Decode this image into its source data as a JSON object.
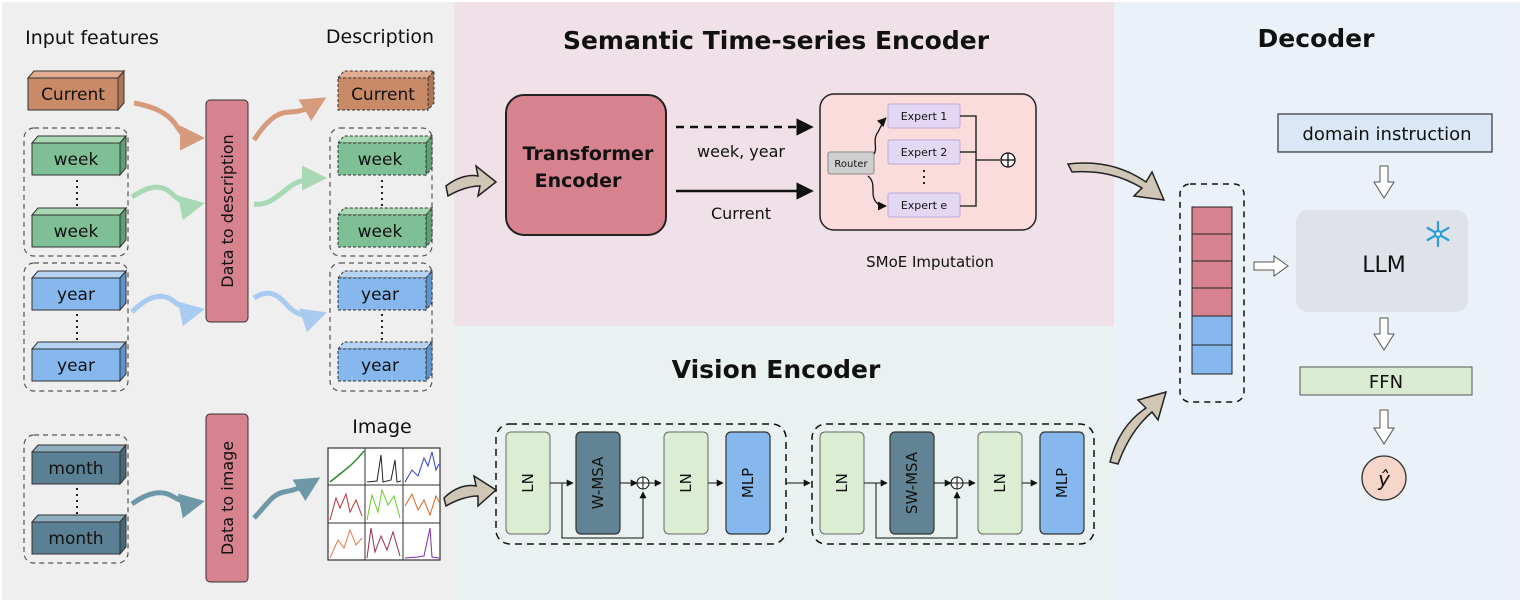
{
  "left": {
    "input_title": "Input features",
    "description_title": "Description",
    "image_title": "Image",
    "inputs": {
      "current": "Current",
      "week_top": "week",
      "week_bottom": "week",
      "year_top": "year",
      "year_bottom": "year",
      "month_top": "month",
      "month_bottom": "month"
    },
    "descriptions": {
      "current": "Current",
      "week_top": "week",
      "week_bottom": "week",
      "year_top": "year",
      "year_bottom": "year"
    },
    "data_to_description": "Data to description",
    "data_to_image": "Data to image"
  },
  "semantic": {
    "title": "Semantic Time-series Encoder",
    "transformer_line1": "Transformer",
    "transformer_line2": "Encoder",
    "dashed_label": "week, year",
    "solid_label": "Current",
    "router": "Router",
    "expert1": "Expert 1",
    "expert2": "Expert 2",
    "experte": "Expert e",
    "smoe_label": "SMoE Imputation"
  },
  "vision": {
    "title": "Vision Encoder",
    "block1": [
      "LN",
      "W-MSA",
      "LN",
      "MLP"
    ],
    "block2": [
      "LN",
      "SW-MSA",
      "LN",
      "MLP"
    ]
  },
  "decoder": {
    "title": "Decoder",
    "instruction": "domain instruction",
    "llm": "LLM",
    "ffn": "FFN",
    "output": "ŷ"
  },
  "colors": {
    "semantic_bg": "#f0e1e8",
    "vision_bg": "#e9f2f1",
    "decoder_bg": "#eaf1f8",
    "left_bg": "#efefef",
    "current": "#c98a67",
    "week": "#7fbf95",
    "year": "#86b8ee",
    "month": "#5b8093",
    "pink": "#d6838f",
    "ln_green": "#dbeed4",
    "msa_teal": "#618393",
    "mlp_blue": "#86b8ee",
    "llm_gray": "#dfe2e8",
    "ffn_green": "#d9ecd3",
    "instr_blue": "#d9e7f7",
    "output_peach": "#f6d6c8"
  }
}
